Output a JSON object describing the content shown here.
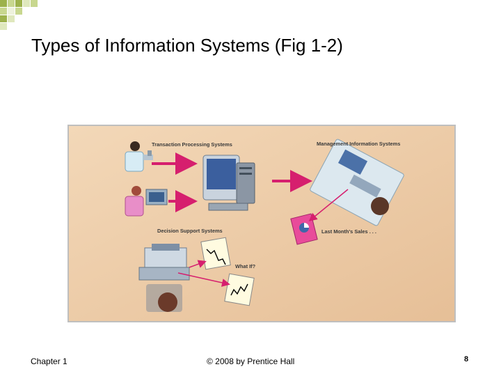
{
  "slide": {
    "title": "Types of Information Systems (Fig 1-2)"
  },
  "figure": {
    "labels": {
      "tps": "Transaction Processing Systems",
      "mis": "Management Information Systems",
      "dss": "Decision Support Systems",
      "report": "Last Month's Sales . . .",
      "whatif": "What If?"
    }
  },
  "footer": {
    "chapter": "Chapter 1",
    "copyright": "© 2008 by Prentice Hall",
    "page": "8"
  },
  "colors": {
    "accent": "#d61f6e",
    "background_panel": "#ecc8a3",
    "deco_squares": "#9db24c"
  }
}
